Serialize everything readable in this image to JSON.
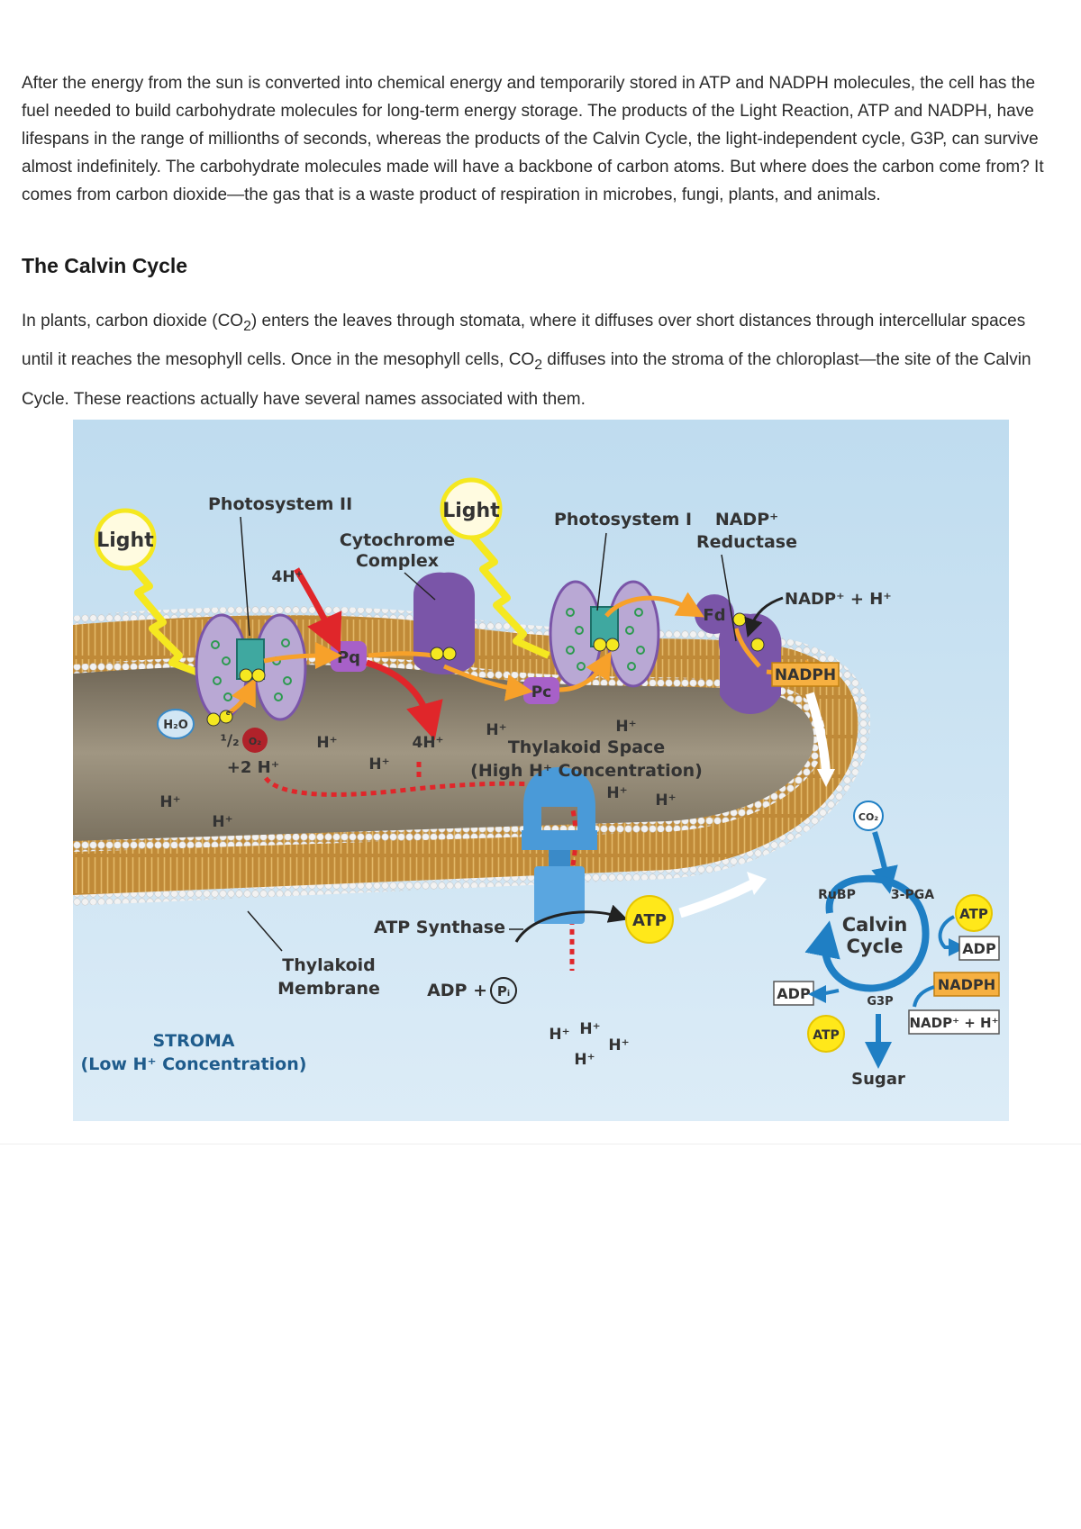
{
  "intro_paragraph": "After the energy from the sun is converted into chemical energy and temporarily stored in ATP and NADPH molecules, the cell has the fuel needed to build carbohydrate molecules for long-term energy storage. The products of the Light Reaction, ATP and NADPH, have lifespans in the range of millionths of seconds, whereas the products of the Calvin Cycle, the light-independent cycle, G3P, can survive almost indefinitely. The carbohydrate molecules made will have a backbone of carbon atoms. But where does the carbon come from? It comes from carbon dioxide—the gas that is a waste product of respiration in microbes, fungi, plants, and animals.",
  "section_heading": "The Calvin Cycle",
  "section_paragraph": {
    "part1": "In plants, carbon dioxide (CO",
    "sub1": "2",
    "part2": ") enters the leaves through stomata, where it diffuses over short distances through intercellular spaces until it reaches the mesophyll cells. Once in the mesophyll cells, CO",
    "sub2": "2",
    "part3": " diffuses into the stroma of the chloroplast—the site of the Calvin Cycle. These reactions actually have several names associated with them."
  },
  "diagram": {
    "light_left": "Light",
    "light_right": "Light",
    "photosystem_ii": "Photosystem II",
    "photosystem_i": "Photosystem I",
    "cytochrome_line1": "Cytochrome",
    "cytochrome_line2": "Complex",
    "nadp_reductase_line1": "NADP⁺",
    "nadp_reductase_line2": "Reductase",
    "four_h_top": "4H⁺",
    "four_h_lumen": "4H⁺",
    "pq": "Pq",
    "pc": "Pc",
    "fd": "Fd",
    "electron": "e⁻",
    "nadp_plus_h": "NADP⁺ + H⁺",
    "nadph_box": "NADPH",
    "h2o": "H₂O",
    "half": "¹/₂",
    "o2": "O₂",
    "plus_2h": "+2 H⁺",
    "h_plus": "H⁺",
    "thylakoid_space_line1": "Thylakoid Space",
    "thylakoid_space_line2": "(High H⁺ Concentration)",
    "atp_synthase": "ATP Synthase",
    "adp_pi_prefix": "ADP +",
    "pi": "Pᵢ",
    "atp": "ATP",
    "thylakoid_membrane_line1": "Thylakoid",
    "thylakoid_membrane_line2": "Membrane",
    "stroma_line1": "STROMA",
    "stroma_line2": "(Low H⁺ Concentration)",
    "co2": "CO₂",
    "rubp": "RuBP",
    "three_pga": "3-PGA",
    "calvin_line1": "Calvin",
    "calvin_line2": "Cycle",
    "atp_cycle_top": "ATP",
    "adp_cycle_right": "ADP",
    "nadph_cycle": "NADPH",
    "adp_cycle_left": "ADP",
    "g3p": "G3P",
    "atp_cycle_bottom": "ATP",
    "nadp_cycle": "NADP⁺ + H⁺",
    "sugar": "Sugar",
    "colors": {
      "background_top": "#bfdcef",
      "background_bottom": "#dcecf7",
      "membrane_tan": "#c99a48",
      "lumen": "#8d8470",
      "protein_purple": "#7a55a8",
      "arrow_red": "#e0262a",
      "arrow_orange": "#f7a12a",
      "cycle_blue": "#1f7fc4",
      "atp_yellow": "#ffe81a",
      "nadph_orange": "#f6b041"
    }
  }
}
